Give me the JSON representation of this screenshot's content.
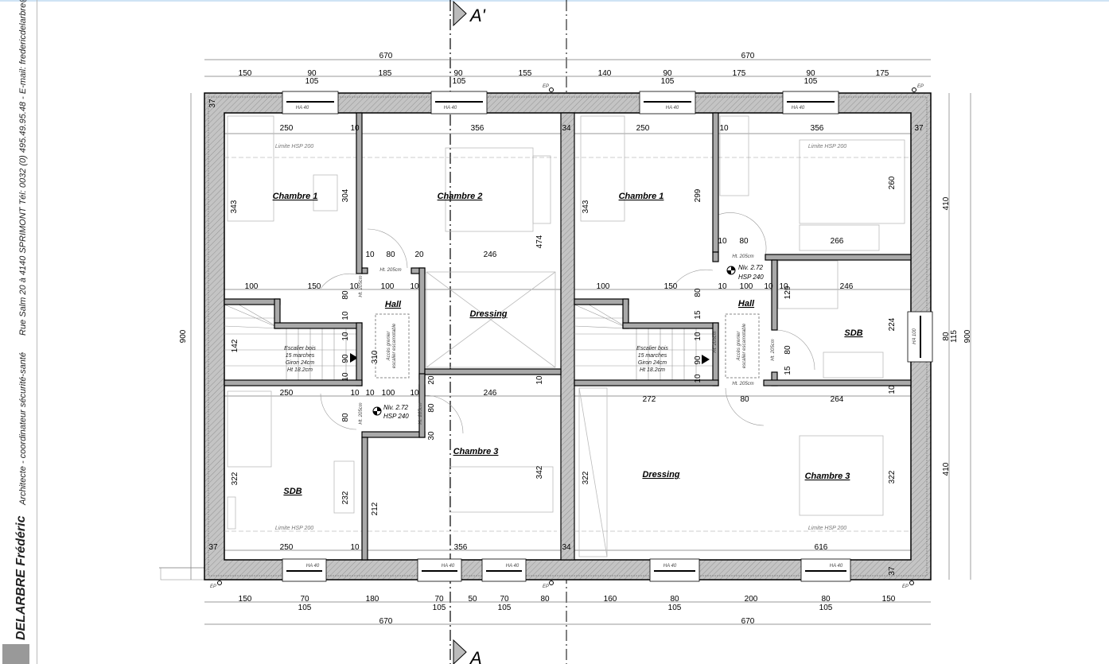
{
  "title_block": {
    "name": "DELARBRE Frédéric",
    "role": "Architecte - coordinateur sécurité-santé",
    "address": "Rue Salm 20 à 4140 SPRIMONT  Tél: 0032 (0) 495.49.95.48  -  E-mail: fredericdelarbre@"
  },
  "section_markers": {
    "top": "A'",
    "bottom": "A"
  },
  "rooms": {
    "left": {
      "chambre1": "Chambre 1",
      "chambre2": "Chambre 2",
      "hall": "Hall",
      "dressing": "Dressing",
      "chambre3": "Chambre 3",
      "sdb": "SDB"
    },
    "right": {
      "chambre1": "Chambre 1",
      "hall": "Hall",
      "sdb": "SDB",
      "dressing": "Dressing",
      "chambre3": "Chambre 3"
    }
  },
  "annotations": {
    "limite": "Limite HSP 200",
    "niv": "Niv. 2.72",
    "hsp": "HSP 240",
    "stair": [
      "Escalier bois",
      "15 marches",
      "Giron 24cm",
      "Ht 18.2cm"
    ],
    "attic": [
      "Accès grenier",
      "escalier escamotable"
    ],
    "window": "HA 40",
    "window_large": "HA 100",
    "door_height": "Ht. 205cm",
    "ep": "EP"
  },
  "dims": {
    "top_total": [
      "670",
      "670"
    ],
    "top_chain": [
      "150",
      "90",
      "185",
      "90",
      "155",
      "140",
      "90",
      "175",
      "90",
      "175"
    ],
    "top_sub": [
      "105",
      "105",
      "105",
      "105"
    ],
    "bottom_chain": [
      "150",
      "70",
      "180",
      "70",
      "50",
      "70",
      "80",
      "160",
      "80",
      "200",
      "80",
      "150"
    ],
    "bottom_sub": [
      "105",
      "105",
      "105",
      "105",
      "105"
    ],
    "bottom_total": [
      "670",
      "670"
    ],
    "left": [
      "900"
    ],
    "right": [
      "410",
      "80",
      "115",
      "900",
      "410"
    ],
    "interior_h": [
      "250",
      "10",
      "356",
      "34",
      "250",
      "10",
      "356",
      "37",
      "10",
      "80",
      "20",
      "246",
      "10",
      "80",
      "266",
      "100",
      "150",
      "10",
      "100",
      "10",
      "100",
      "150",
      "10",
      "100",
      "10",
      "10",
      "246",
      "250",
      "10",
      "10",
      "100",
      "10",
      "246",
      "272",
      "80",
      "264",
      "37",
      "250",
      "10",
      "356",
      "34",
      "616"
    ],
    "interior_v": [
      "37",
      "343",
      "304",
      "474",
      "343",
      "299",
      "260",
      "80",
      "10",
      "10",
      "90",
      "10",
      "142",
      "310",
      "80",
      "15",
      "10",
      "90",
      "10",
      "129",
      "224",
      "80",
      "15",
      "80",
      "232",
      "322",
      "212",
      "342",
      "80",
      "30",
      "20",
      "10",
      "322",
      "322",
      "10",
      "37"
    ]
  }
}
